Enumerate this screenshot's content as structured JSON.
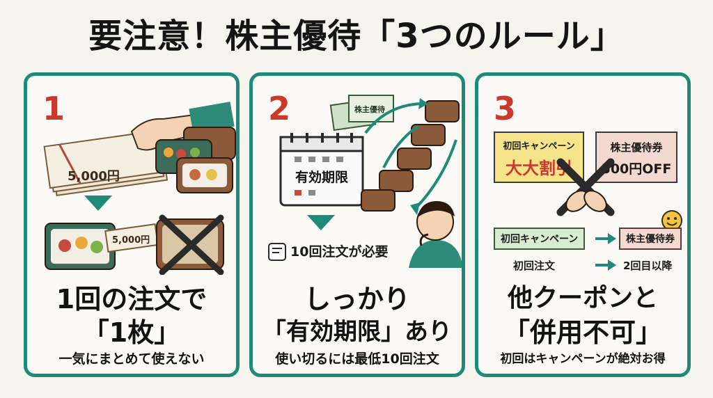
{
  "title": "要注意！株主優待「3つのルール」",
  "panels": [
    {
      "number": "1",
      "voucher_text": "5,000円",
      "small_voucher_text": "5,000円",
      "headline_line1": "1回の注文で",
      "headline_line2": "「1枚」",
      "subtext": "一気にまとめて使えない"
    },
    {
      "number": "2",
      "ticket_text": "株主優待",
      "calendar_label": "有効期限",
      "order_note": "10回注文が必要",
      "headline_line1": "しっかり",
      "headline_line2": "「有効期限」あり",
      "subtext": "使い切るには最低10回注文"
    },
    {
      "number": "3",
      "campaign_line1": "初回キャンペーン",
      "campaign_line2": "大大割引",
      "coupon_line1": "株主優待券",
      "coupon_line2": "500円OFF",
      "flow_left1": "初回キャンペーン",
      "flow_right1": "株主優待券",
      "flow_left2": "初回注文",
      "flow_right2": "2回目以降",
      "headline_line1": "他クーポンと",
      "headline_line2": "「併用不可」",
      "subtext": "初回はキャンペーンが絶対お得"
    }
  ],
  "colors": {
    "accent": "#1f8a78",
    "number_red": "#c93a2c",
    "bento_brown": "#8a5a3b"
  }
}
